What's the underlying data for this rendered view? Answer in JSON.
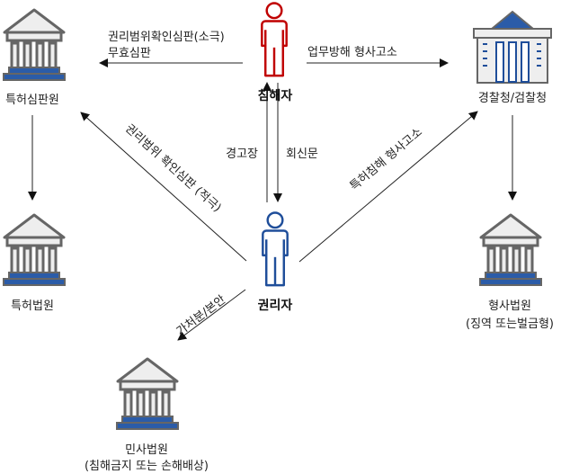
{
  "actors": {
    "infringer": "침해자",
    "right_holder": "권리자"
  },
  "institutions": {
    "patent_tribunal": "특허심판원",
    "patent_court": "특허법원",
    "police_prosecution": "경찰청/검찰청",
    "criminal_court": "형사법원",
    "criminal_court_note": "(징역 또는벌금형)",
    "civil_court": "민사법원",
    "civil_court_note": "(침해금지 또는 손해배상)"
  },
  "arrows": {
    "infringer_to_tribunal_line1": "권리범위확인심판(소극)",
    "infringer_to_tribunal_line2": "무효심판",
    "infringer_to_police": "업무방해 형사고소",
    "holder_to_infringer": "경고장",
    "infringer_to_holder": "회신문",
    "holder_to_tribunal": "권리범위 확인심판 (적극)",
    "holder_to_police": "특허침해 형사고소",
    "holder_to_civil": "가처분/본안"
  },
  "colors": {
    "infringer": "#c00000",
    "right_holder": "#1f4e9a",
    "building_accent": "#2b5ca8",
    "building_gray": "#666666"
  }
}
